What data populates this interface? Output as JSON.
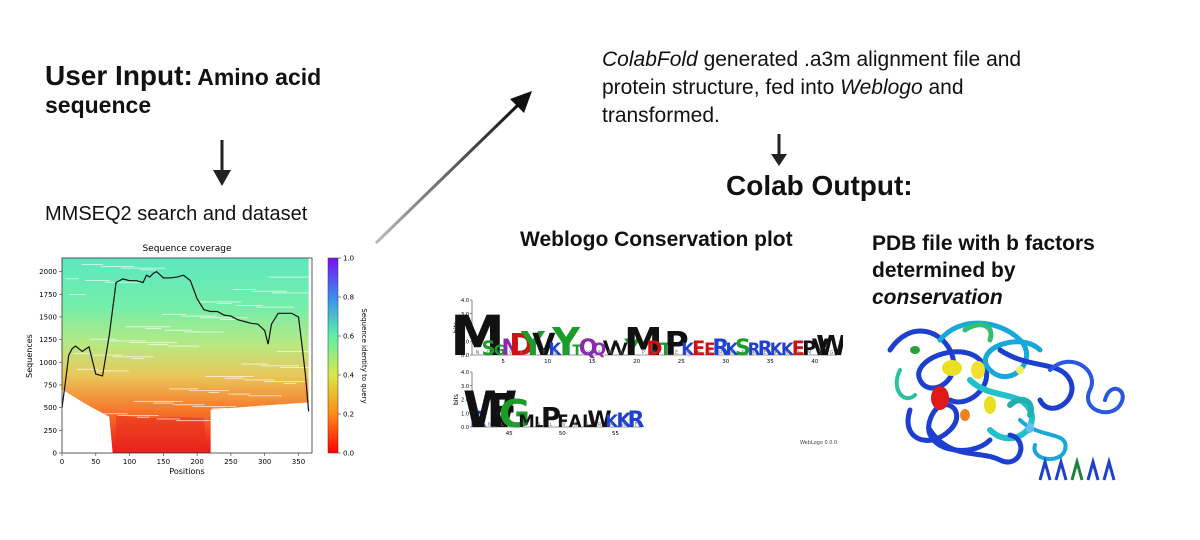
{
  "user_input": {
    "label": "User Input:",
    "line1": "Amino acid",
    "line2": "sequence"
  },
  "mmseq": {
    "label": "MMSEQ2 search and dataset"
  },
  "colabfold": {
    "italic1": "ColabFold",
    "text1": " generated .a3m alignment file and",
    "text2a": "protein structure, fed into ",
    "italic2": "Weblogo",
    "text2b": " and",
    "text3": "transformed."
  },
  "colab_output": {
    "label": "Colab Output:"
  },
  "weblogo": {
    "title": "Weblogo Conservation plot",
    "credit": "WebLogo 0.0.0",
    "ylabel": "bits",
    "row1": {
      "yticks": [
        "0.0",
        "1.0",
        "2.0",
        "3.0",
        "4.0"
      ],
      "xticks": [
        "5",
        "10",
        "15",
        "20",
        "25",
        "30",
        "35",
        "40"
      ],
      "letters": "MSGNDYVKYTQQVVYMDTPKEERKSRRKKEPVW"
    },
    "row2": {
      "yticks": [
        "0.0",
        "1.0",
        "2.0",
        "3.0",
        "4.0"
      ],
      "xticks": [
        "45",
        "50",
        "55"
      ],
      "letters": "RWFGMLPFALWKKR"
    }
  },
  "pdb": {
    "line1": "PDB file with b factors",
    "line2": "determined by",
    "line3": "conservation"
  },
  "chart_data": {
    "type": "heatmap",
    "title": "Sequence coverage",
    "xlabel": "Positions",
    "ylabel": "Sequences",
    "colorbar_label": "Sequence identity to query",
    "xlim": [
      0,
      370
    ],
    "ylim": [
      0,
      2150
    ],
    "xticks": [
      0,
      50,
      100,
      150,
      200,
      250,
      300,
      350
    ],
    "yticks": [
      0,
      250,
      500,
      750,
      1000,
      1250,
      1500,
      1750,
      2000
    ],
    "colorbar_ticks": [
      0.0,
      0.2,
      0.4,
      0.6,
      0.8,
      1.0
    ],
    "coverage_line": {
      "x": [
        0,
        5,
        10,
        15,
        20,
        30,
        40,
        50,
        60,
        70,
        80,
        90,
        100,
        110,
        120,
        125,
        130,
        135,
        140,
        150,
        160,
        170,
        180,
        190,
        200,
        210,
        220,
        230,
        240,
        250,
        260,
        270,
        280,
        290,
        300,
        305,
        310,
        320,
        330,
        340,
        350,
        355,
        360,
        365
      ],
      "y": [
        500,
        780,
        1080,
        1150,
        1180,
        1120,
        1170,
        870,
        850,
        1300,
        1880,
        1920,
        1900,
        1900,
        1880,
        1960,
        1940,
        1980,
        2000,
        1930,
        1930,
        1940,
        1960,
        1900,
        1700,
        1580,
        1560,
        1560,
        1520,
        1510,
        1470,
        1450,
        1430,
        1420,
        1350,
        1200,
        1420,
        1540,
        1540,
        1540,
        1500,
        1200,
        880,
        460
      ]
    }
  }
}
